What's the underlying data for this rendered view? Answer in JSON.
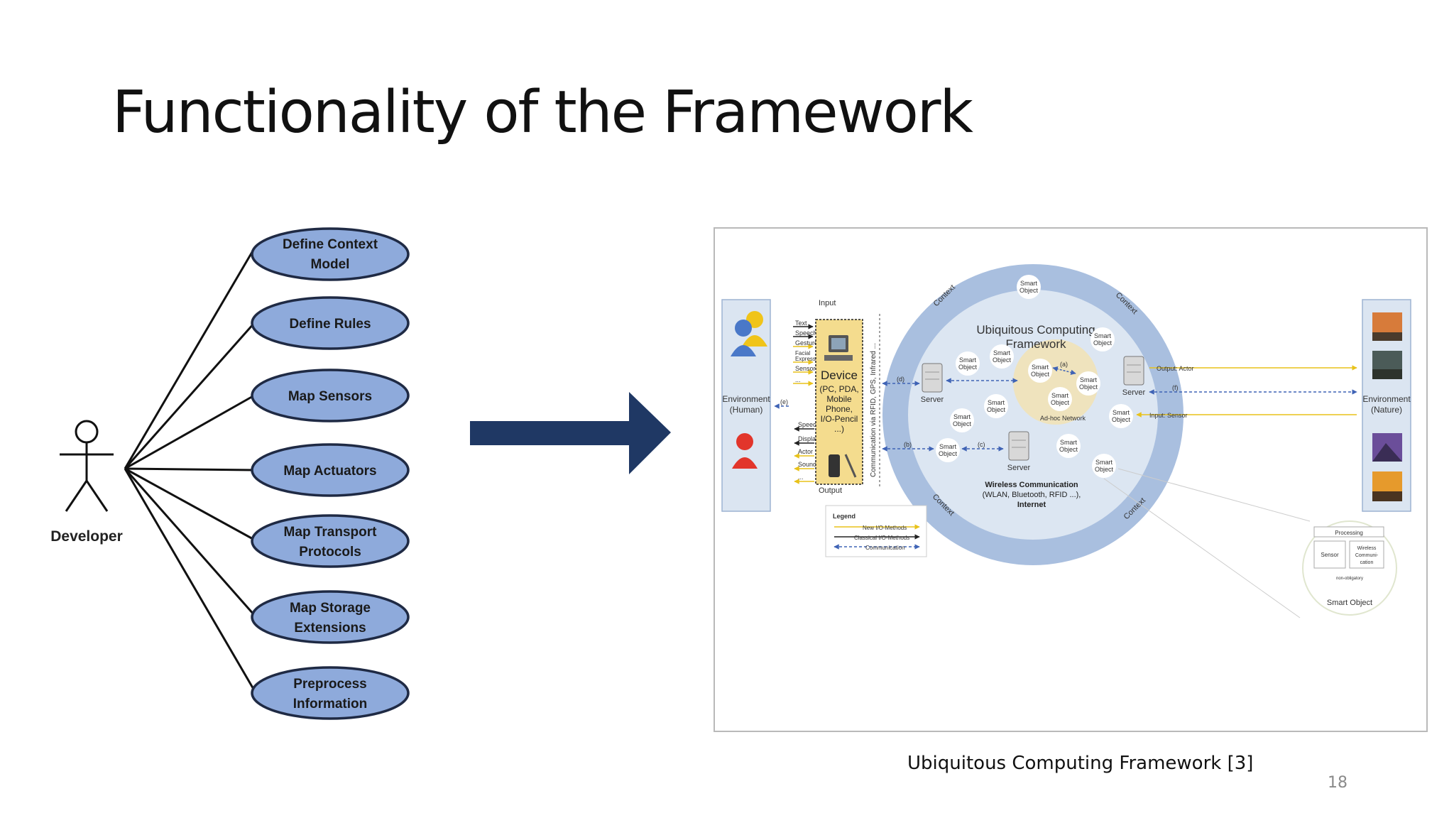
{
  "slide": {
    "title": "Functionality of the Framework",
    "caption": "Ubiquitous Computing Framework [3]",
    "page_number": "18"
  },
  "use_case_diagram": {
    "actor": "Developer",
    "use_cases": [
      [
        "Define Context",
        "Model"
      ],
      [
        "Define Rules"
      ],
      [
        "Map Sensors"
      ],
      [
        "Map Actuators"
      ],
      [
        "Map Transport",
        "Protocols"
      ],
      [
        "Map Storage",
        "Extensions"
      ],
      [
        "Preprocess",
        "Information"
      ]
    ],
    "colors": {
      "ellipse_fill": "#8eaadb",
      "ellipse_stroke": "#1f2a44",
      "arrow_fill": "#1f3864"
    }
  },
  "framework_figure": {
    "env_human": [
      "Environment",
      "(Human)"
    ],
    "env_nature": [
      "Environment",
      "(Nature)"
    ],
    "input_label": "Input",
    "output_label": "Output",
    "inputs": [
      "Text",
      "Speech",
      "Gesture",
      "Facial",
      "Expression",
      "Sensor",
      "..."
    ],
    "outputs": [
      "Speech",
      "Display",
      "Actor",
      "Sound",
      "..."
    ],
    "device": [
      "Device",
      "(PC, PDA,",
      "Mobile",
      "Phone,",
      "I/O-Pencil",
      "...)"
    ],
    "comm_vertical": "Communication via RFID, GPS, Infrared ...",
    "framework_title": [
      "Ubiquitous Computing",
      "Framework"
    ],
    "context": "Context",
    "smart_object": [
      "Smart",
      "Object"
    ],
    "server": "Server",
    "adhoc": "Ad-hoc Network",
    "links": {
      "a": "(a)",
      "b": "(b)",
      "c": "(c)",
      "d": "(d)",
      "e": "(e)",
      "f": "(f)"
    },
    "output_actor": "Output: Actor",
    "input_sensor": "Input: Sensor",
    "wireless": [
      "Wireless Communication",
      "(WLAN, Bluetooth, RFID ...),",
      "Internet"
    ],
    "legend_title": "Legend",
    "legend_items": [
      "New I/O-Methods",
      "Classical I/O-Methods",
      "Communication"
    ],
    "so_detail": [
      "Processing",
      "Sensor",
      "Wireless",
      "Communi-",
      "cation",
      "non-obligatory"
    ],
    "smart_object_label": "Smart Object",
    "colors": {
      "ring": "#a9bfdf",
      "inner": "#dce6f2",
      "device": "#f4dc8e",
      "adhoc": "#efe3bd",
      "yellow": "#e8c21a",
      "blue_dash": "#3f63b5"
    }
  }
}
